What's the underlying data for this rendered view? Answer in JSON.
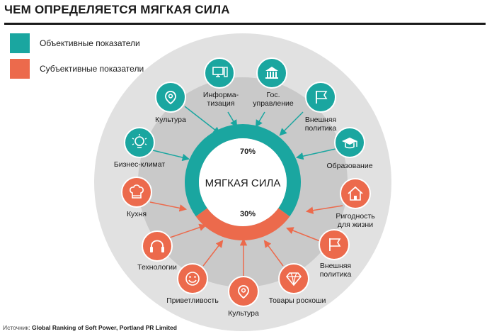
{
  "title": "ЧЕМ ОПРЕДЕЛЯЕТСЯ МЯГКАЯ СИЛА",
  "legend": [
    {
      "label": "Объективные показатели",
      "color": "#1aa6a0"
    },
    {
      "label": "Субъективные показатели",
      "color": "#ec6a4c"
    }
  ],
  "center": {
    "label": "МЯГКАЯ СИЛА",
    "objective_pct": "70%",
    "subjective_pct": "30%",
    "objective_share": 0.7
  },
  "colors": {
    "teal": "#1aa6a0",
    "orange": "#ec6a4c",
    "outer_ring": "#e1e1e1",
    "inner_disc": "#c9c9c9"
  },
  "objective_items": [
    {
      "label": "Культура",
      "icon": "map-pin-icon"
    },
    {
      "label": "Информа-\nтизация",
      "icon": "computer-icon"
    },
    {
      "label": "Гос.\nуправление",
      "icon": "government-building-icon"
    },
    {
      "label": "Внешняя\nполитика",
      "icon": "flag-icon"
    },
    {
      "label": "Образование",
      "icon": "graduation-cap-icon"
    },
    {
      "label": "Бизнес-климат",
      "icon": "lightbulb-icon"
    }
  ],
  "subjective_items": [
    {
      "label": "Кухня",
      "icon": "chef-hat-icon"
    },
    {
      "label": "Технологии",
      "icon": "headphones-icon"
    },
    {
      "label": "Приветливость",
      "icon": "smile-icon"
    },
    {
      "label": "Культура",
      "icon": "map-pin-icon"
    },
    {
      "label": "Товары роскоши",
      "icon": "diamond-icon"
    },
    {
      "label": "Внешняя\nполитика",
      "icon": "flag-icon"
    },
    {
      "label": "Ригодность\nдля жизни",
      "icon": "house-icon"
    }
  ],
  "source": {
    "prefix": "Источник: ",
    "text": "Global Ranking of Soft Power, Portland PR Limited"
  }
}
